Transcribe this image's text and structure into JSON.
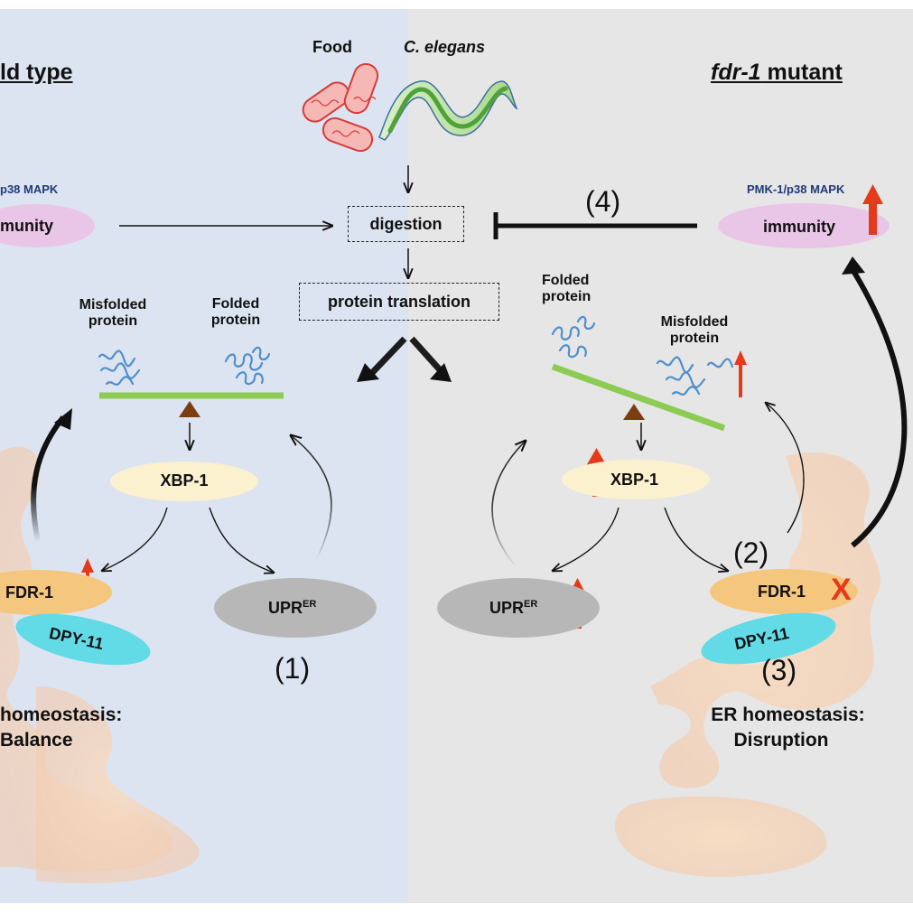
{
  "panels": {
    "left": {
      "title": "ld type"
    },
    "right": {
      "title_italic": "fdr-1",
      "title_rest": " mutant"
    }
  },
  "top": {
    "food_label": "Food",
    "worm_label": "C. elegans",
    "digestion": "digestion",
    "protein_translation": "protein translation"
  },
  "left": {
    "pmk_label": "p38 MAPK",
    "immunity": "munity",
    "misfolded": [
      "Misfolded",
      "protein"
    ],
    "folded": [
      "Folded",
      "protein"
    ],
    "xbp1": "XBP-1",
    "fdr1": "FDR-1",
    "dpy11": "DPY-11",
    "upr_main": "UPR",
    "upr_sup": "ER",
    "step1": "(1)",
    "homeostasis": [
      "homeostasis:",
      "Balance"
    ]
  },
  "right": {
    "pmk_label": "PMK-1/p38 MAPK",
    "immunity": "immunity",
    "folded": [
      "Folded",
      "protein"
    ],
    "misfolded": [
      "Misfolded",
      "protein"
    ],
    "xbp1": "XBP-1",
    "fdr1": "FDR-1",
    "dpy11": "DPY-11",
    "upr_main": "UPR",
    "upr_sup": "ER",
    "step2": "(2)",
    "step3": "(3)",
    "step4": "(4)",
    "x_mark": "X",
    "homeostasis": [
      "ER homeostasis:",
      "Disruption"
    ]
  },
  "colors": {
    "left_bg": "#dde4f1",
    "right_bg": "#e6e6e6",
    "immunity_fill": "#e9c6e7",
    "xbp1_fill": "#fbf1cf",
    "fdr1_fill": "#f5c67e",
    "dpy11_fill": "#62dbe6",
    "upr_fill": "#b7b7b7",
    "beam": "#8ccc55",
    "fulcrum": "#7b3d12",
    "up_arrow": "#e53a1a",
    "protein": "#4f8fcc"
  }
}
